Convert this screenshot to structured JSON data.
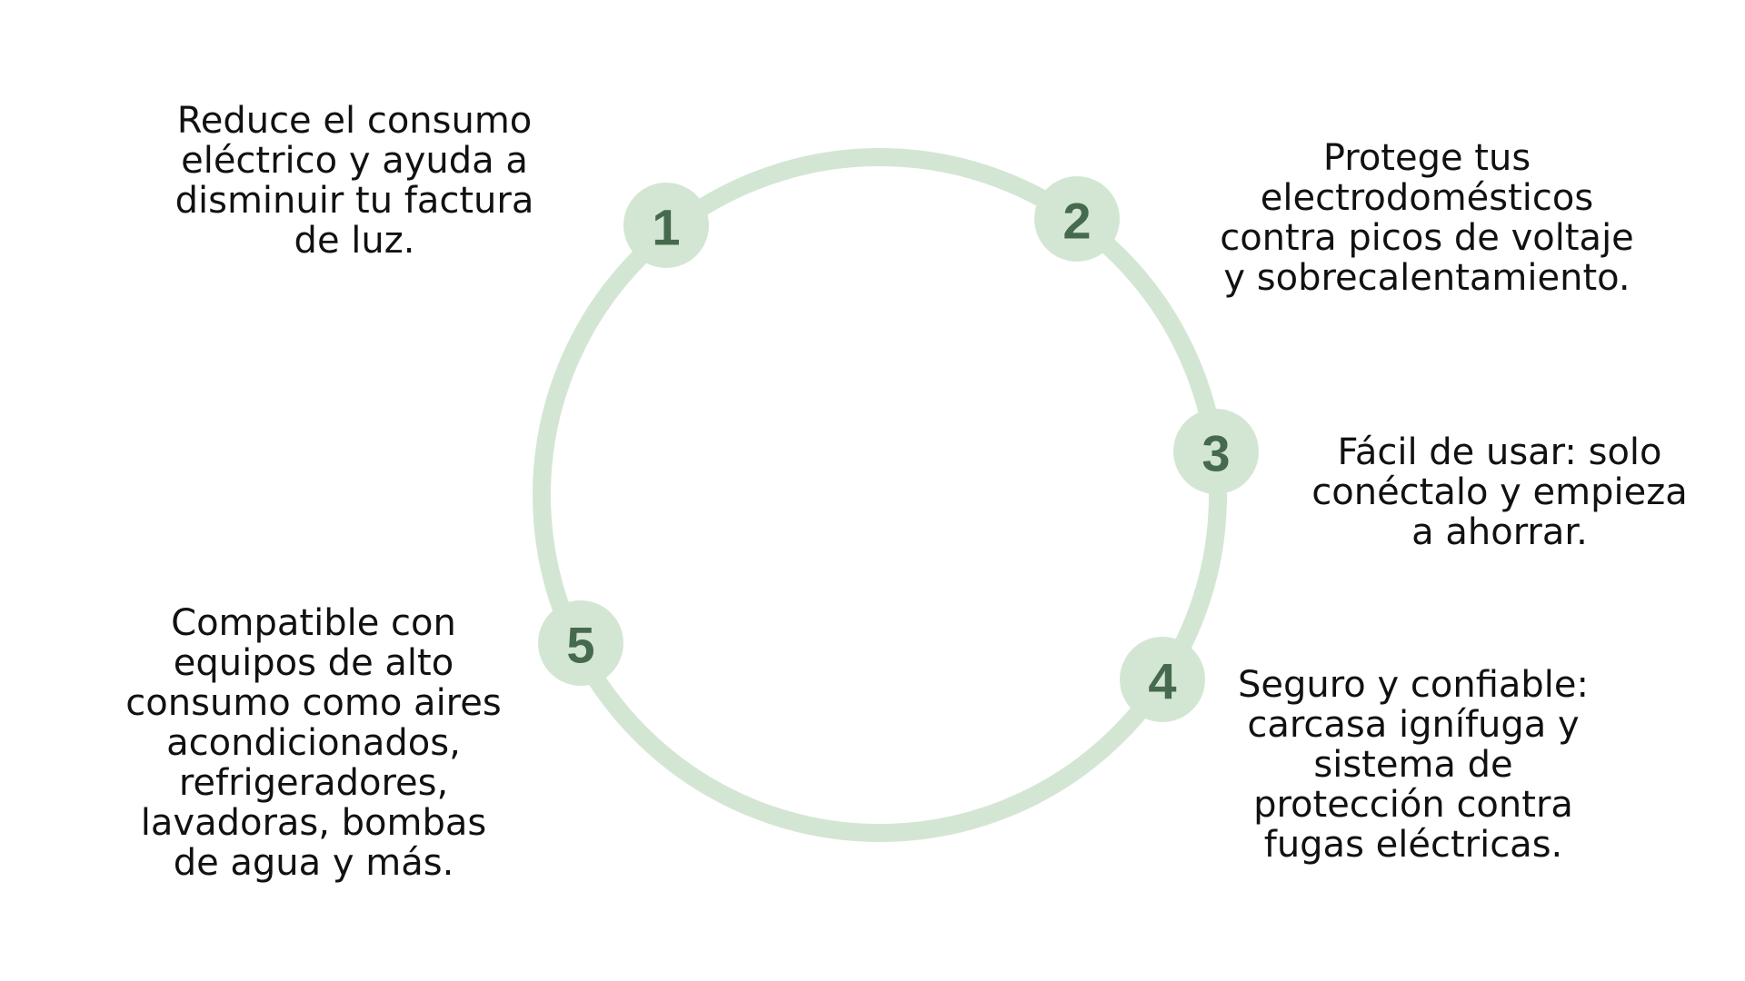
{
  "colors": {
    "ring": "#d3e6d4",
    "badge_fill": "#d3e6d4",
    "badge_text": "#466a4d",
    "text": "#111111",
    "background": "#ffffff"
  },
  "steps": [
    {
      "number": "1",
      "text": "Reduce el consumo\neléctrico y ayuda a\ndisminuir tu factura\nde luz."
    },
    {
      "number": "2",
      "text": "Protege tus\nelectrodomésticos\ncontra picos de voltaje\ny sobrecalentamiento."
    },
    {
      "number": "3",
      "text": "Fácil de usar: solo\nconéctalo y empieza\na ahorrar."
    },
    {
      "number": "4",
      "text": "Seguro y confiable:\ncarcasa ignífuga y\nsistema de\nprotección contra\nfugas eléctricas."
    },
    {
      "number": "5",
      "text": "Compatible con\nequipos de alto\nconsumo como aires\nacondicionados,\nrefrigeradores,\nlavadoras, bombas\nde agua y más."
    }
  ]
}
